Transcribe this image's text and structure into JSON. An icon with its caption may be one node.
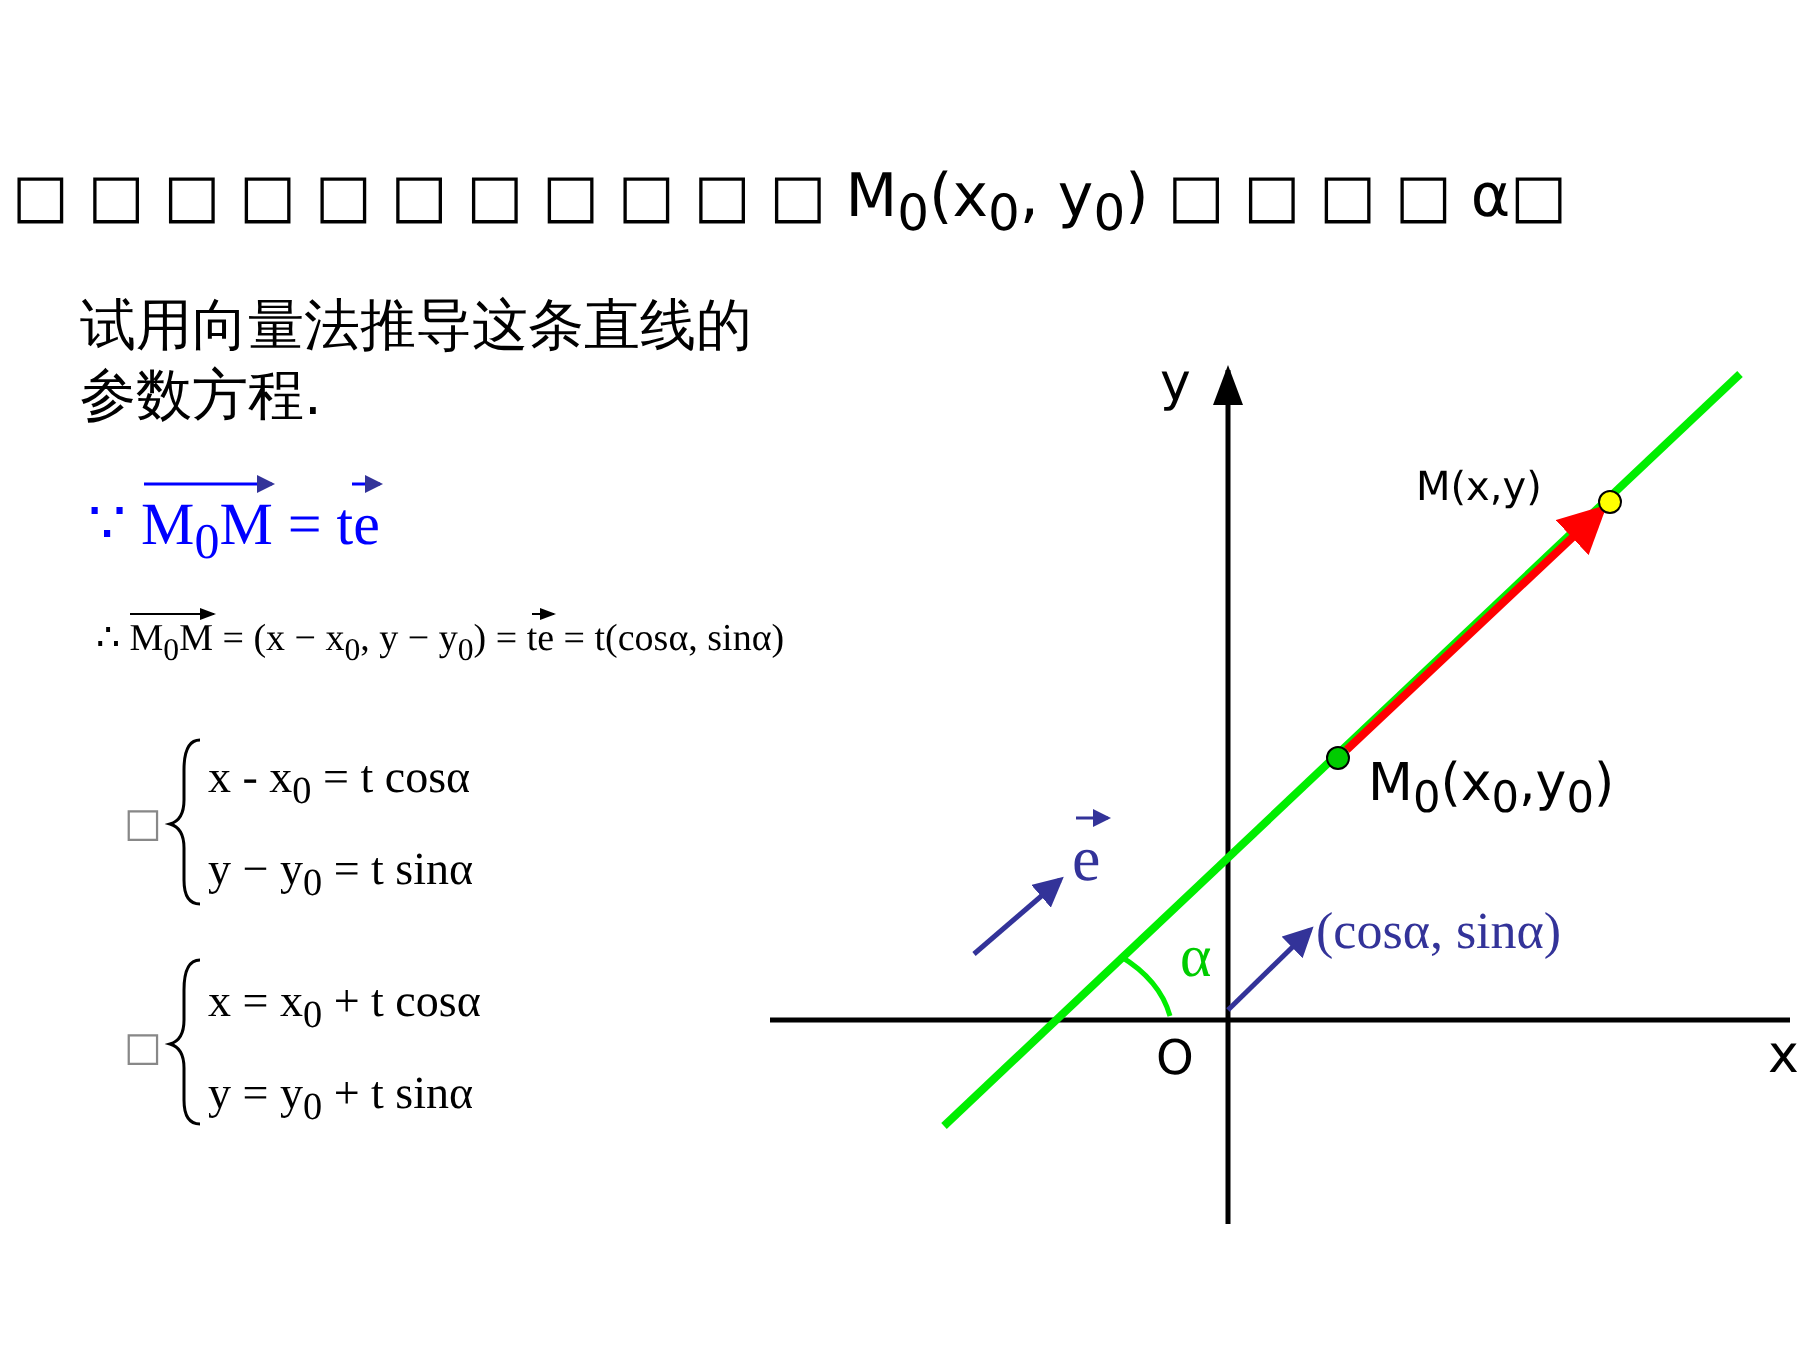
{
  "diagram": {
    "title": "□ □ □ □ □ □ □ □ □ □ □ M$_{0}$(x$_{0}$, y$_{0}$) □ □ □ □ α□",
    "nodes": [
      {
        "text": [],
        "shape": "circle",
        "beside": [
          "M$_{0}$(x$_{0}$,y$_{0}$)"
        ]
      },
      {
        "text": [],
        "shape": "circle",
        "beside": [
          "M(x,y)"
        ]
      }
    ],
    "edges": [
      {
        "from": 0,
        "to": 1,
        "arrow": "to",
        "color": "#ff0000"
      }
    ],
    "labels": [
      "试用向量法推导这条直线的参数方程.",
      "∵ M$_{0}$M = te",
      "∴ M$_{0}$M = (x − x$_{0}$, y − y$_{0}$) = te = t(cosα, sinα)",
      "□",
      "x - x$_{0}$ = t cosα",
      "y − y$_{0}$ = t sinα",
      "□",
      "x = x$_{0}$ + t cosα",
      "y = y$_{0}$ + t sinα",
      "y",
      "x",
      "O",
      "e",
      "α",
      "(cosα, sinα)"
    ]
  }
}
